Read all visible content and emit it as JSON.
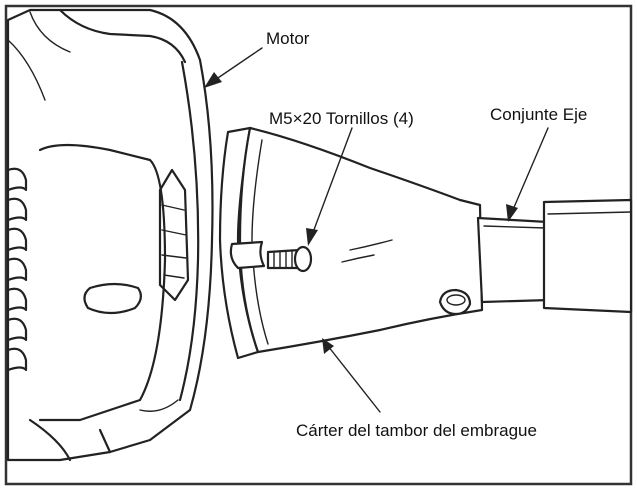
{
  "labels": {
    "motor": "Motor",
    "screws": "M5×20 Tornillos (4)",
    "shaft": "Conjunte Eje",
    "clutch_housing": "Cárter del tambor del embrague"
  },
  "colors": {
    "ink": "#222222",
    "background": "#ffffff",
    "frame": "#333333"
  }
}
